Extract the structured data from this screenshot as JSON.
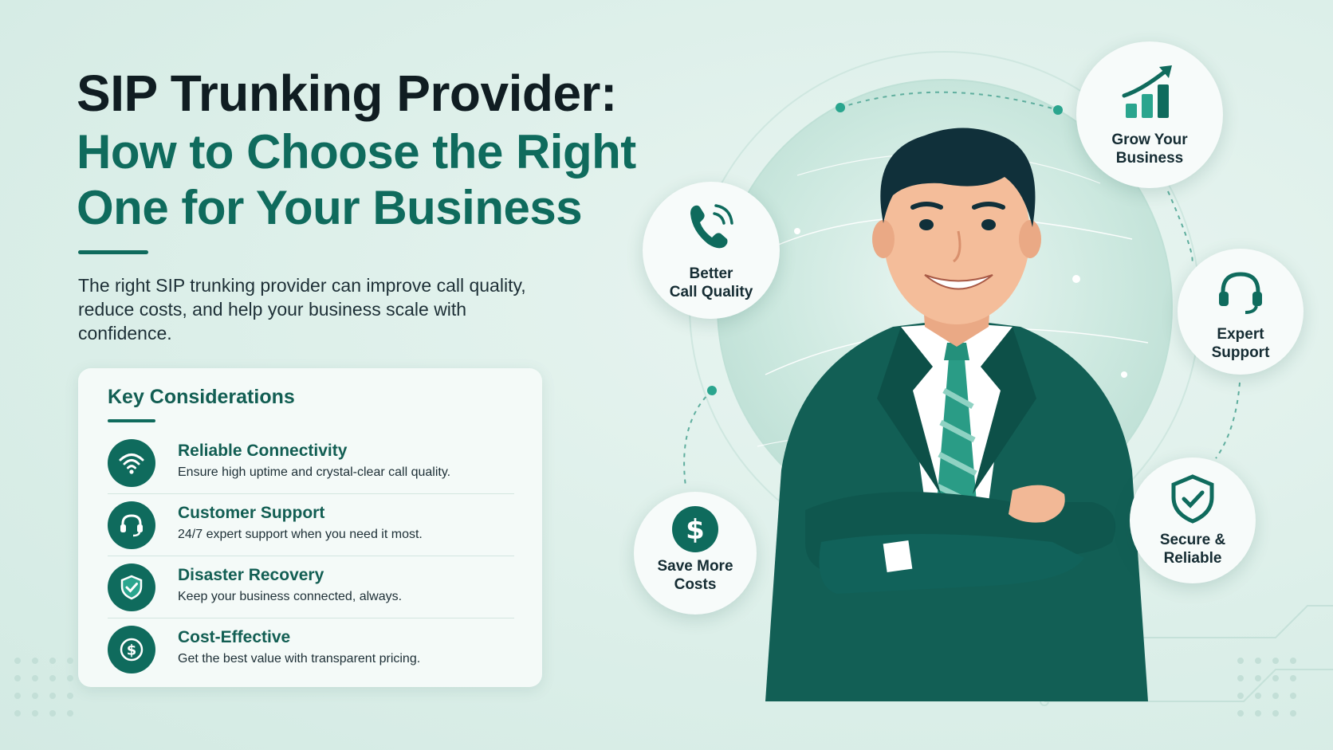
{
  "headline": {
    "line1": "SIP Trunking Provider:",
    "line2": "How to Choose the Right",
    "line3": "One for Your Business"
  },
  "intro": "The right SIP trunking provider can improve call quality, reduce costs, and help your business scale with confidence.",
  "considerations": {
    "title": "Key Considerations",
    "items": [
      {
        "title": "Reliable Connectivity",
        "desc": "Ensure high uptime and crystal-clear call quality.",
        "icon": "wifi-icon"
      },
      {
        "title": "Customer Support",
        "desc": "24/7 expert support when you need it most.",
        "icon": "headset-icon"
      },
      {
        "title": "Disaster Recovery",
        "desc": "Keep your business connected, always.",
        "icon": "shield-check-icon"
      },
      {
        "title": "Cost-Effective",
        "desc": "Get the best value with transparent pricing.",
        "icon": "dollar-icon"
      }
    ]
  },
  "benefits": {
    "call_quality": {
      "line1": "Better",
      "line2": "Call Quality",
      "icon": "phone-signal-icon"
    },
    "grow": {
      "line1": "Grow Your",
      "line2": "Business",
      "icon": "growth-chart-icon"
    },
    "support": {
      "line1": "Expert",
      "line2": "Support",
      "icon": "headset-icon"
    },
    "secure": {
      "line1": "Secure &",
      "line2": "Reliable",
      "icon": "shield-check-icon"
    },
    "costs": {
      "line1": "Save More",
      "line2": "Costs",
      "icon": "dollar-icon"
    }
  },
  "colors": {
    "primary": "#0f6b5d",
    "accent": "#2aa58e",
    "heading": "#101d22",
    "background": "#dcefe9"
  }
}
